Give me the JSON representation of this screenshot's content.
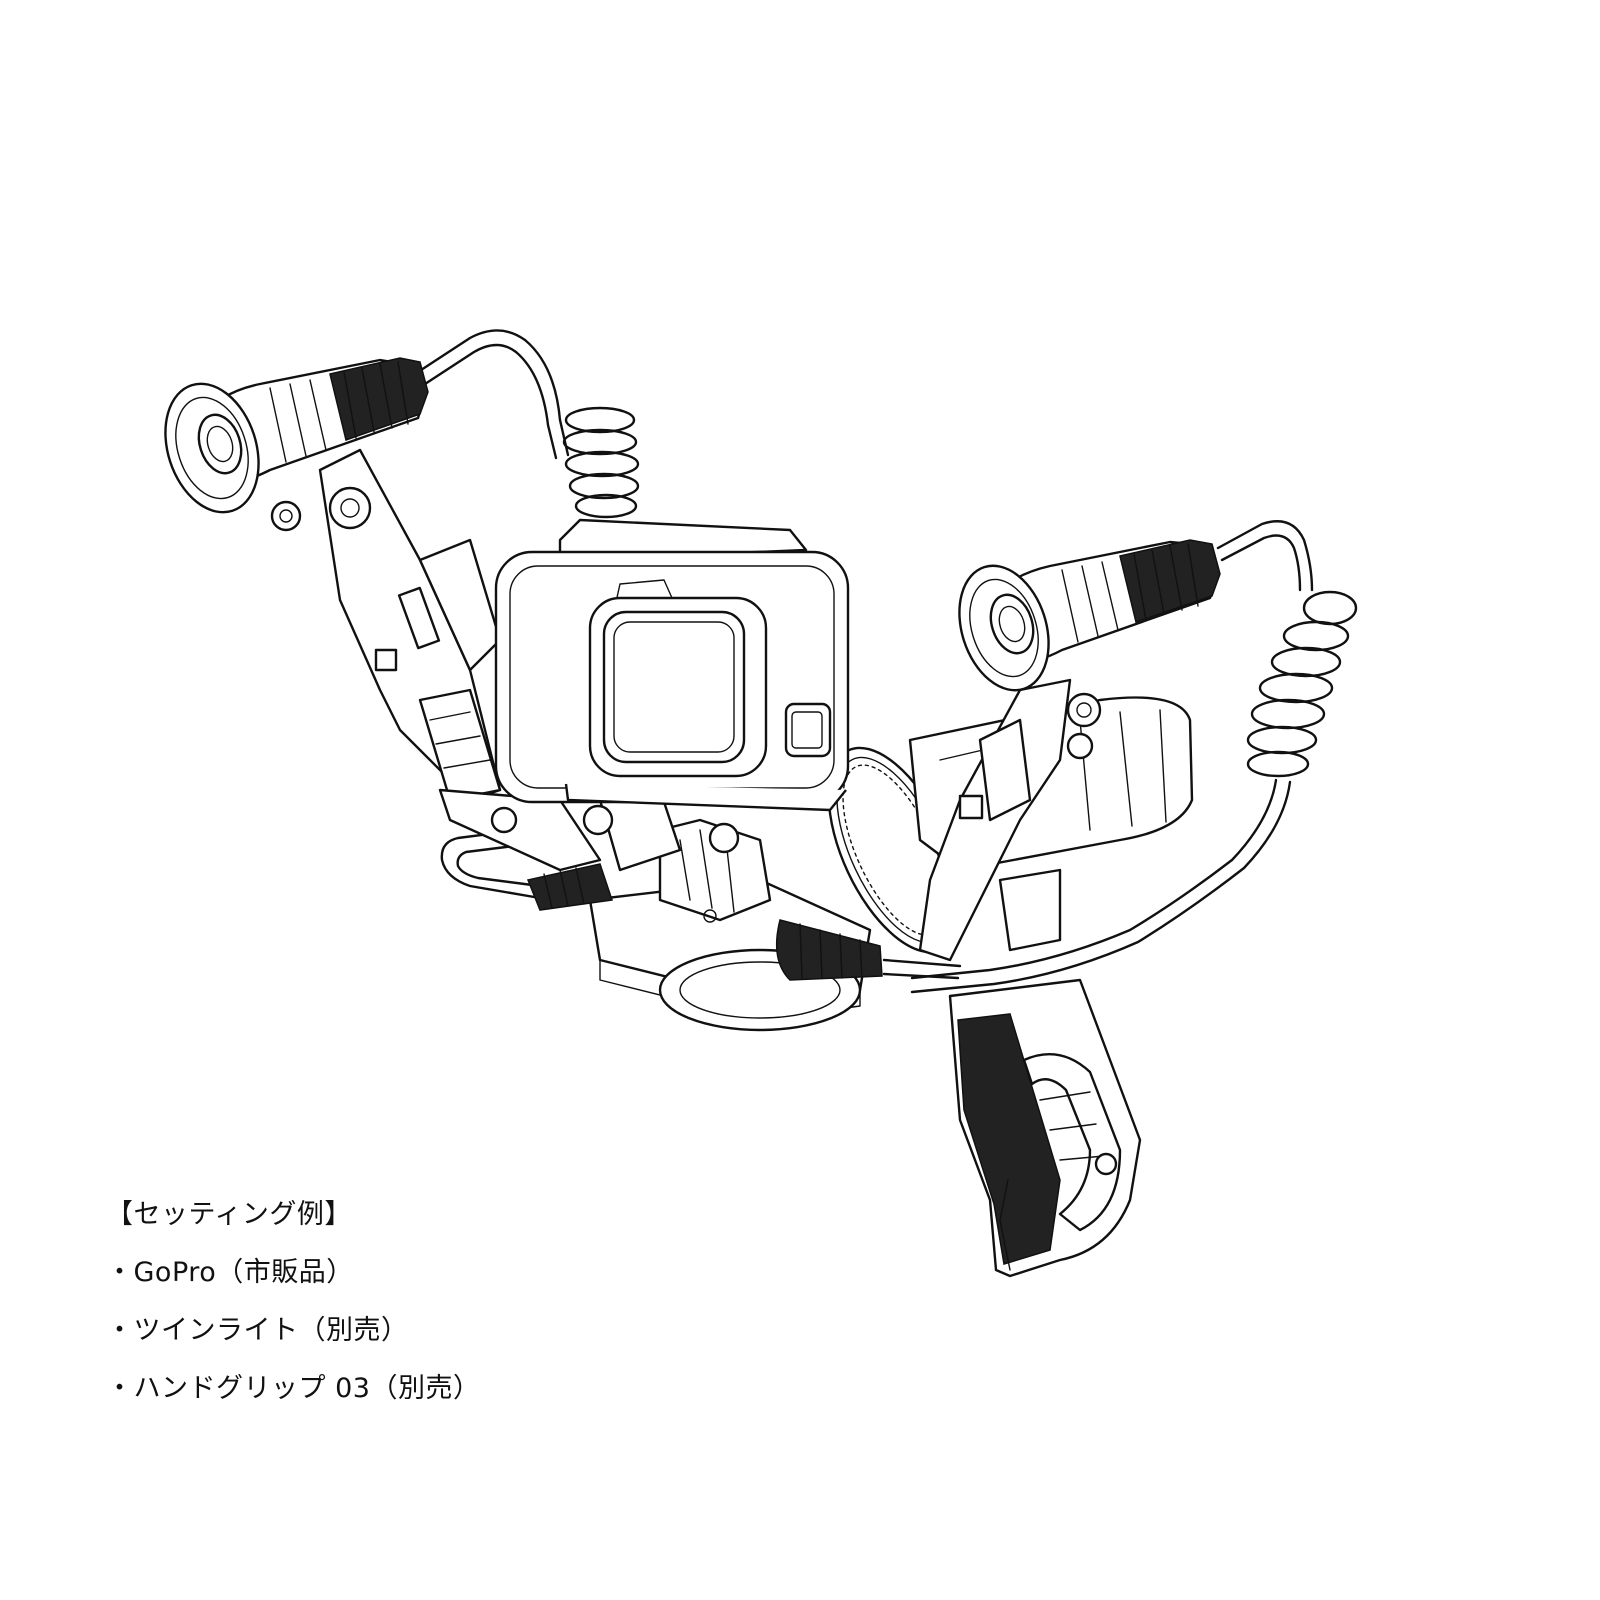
{
  "caption": {
    "heading": "【セッティング例】",
    "items": [
      "・GoPro（市販品）",
      "・ツインライト（別売）",
      "・ハンドグリップ 03（別売）"
    ]
  },
  "colors": {
    "line": "#111111",
    "background": "#ffffff"
  }
}
